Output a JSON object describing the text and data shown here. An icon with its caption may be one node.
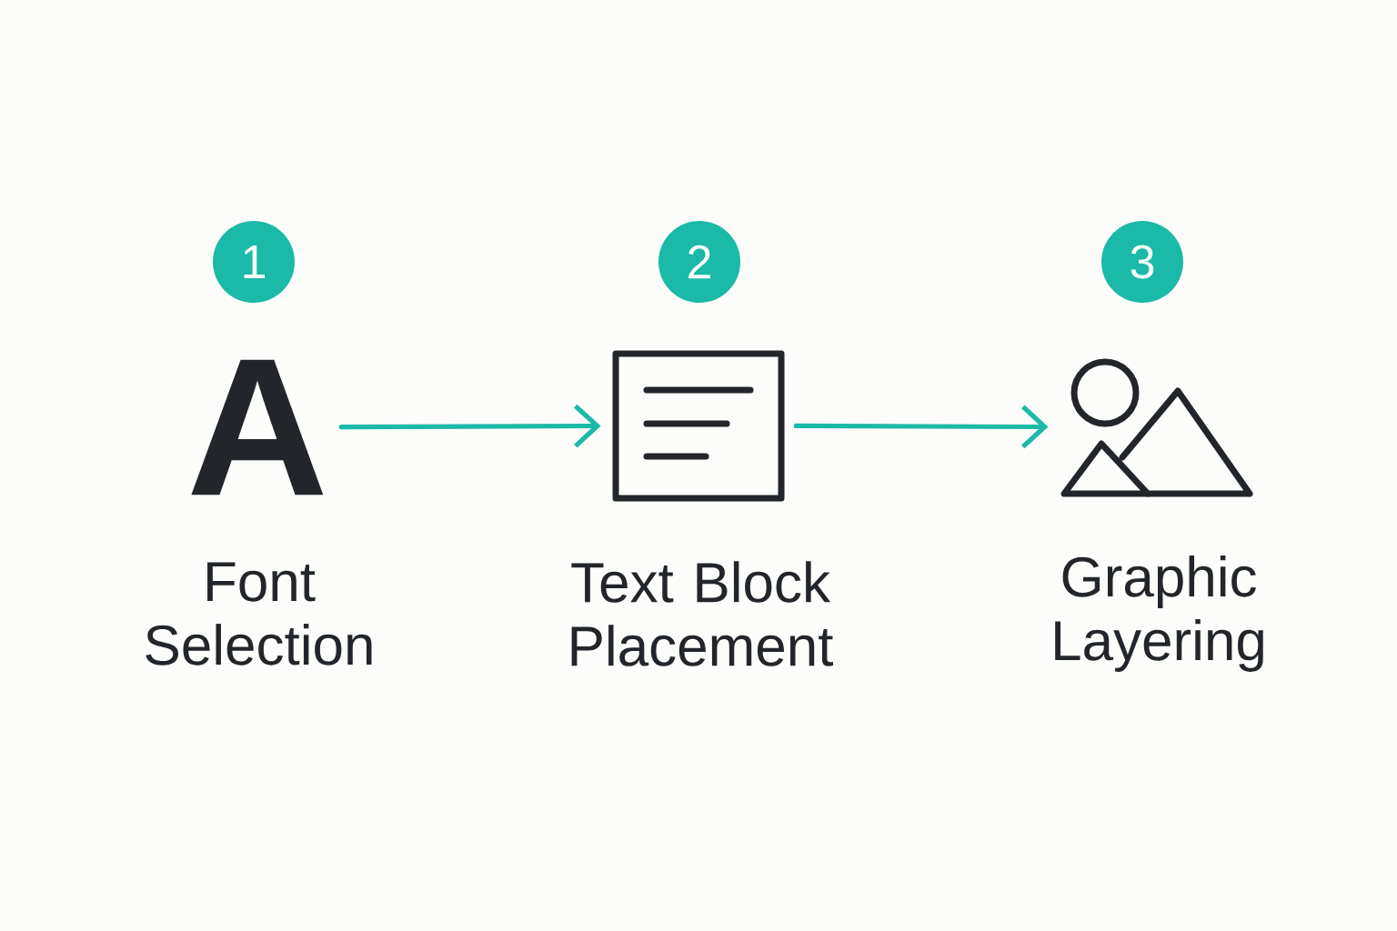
{
  "diagram": {
    "nodes": [
      {
        "text": [
          "1"
        ]
      },
      {
        "text": [
          "2"
        ]
      },
      {
        "text": [
          "3"
        ]
      },
      {
        "text": [
          "A"
        ],
        "beside": [
          "Font Selection"
        ]
      },
      {
        "text": [],
        "shape": "picture",
        "beside": [
          "Text Block Placement"
        ]
      },
      {
        "text": [],
        "shape": "picture",
        "beside": [
          "Graphic Layering"
        ]
      }
    ],
    "edges": [
      {
        "from": 3,
        "to": 4,
        "arrow": "to"
      },
      {
        "from": 4,
        "to": 5,
        "arrow": "to"
      }
    ]
  }
}
